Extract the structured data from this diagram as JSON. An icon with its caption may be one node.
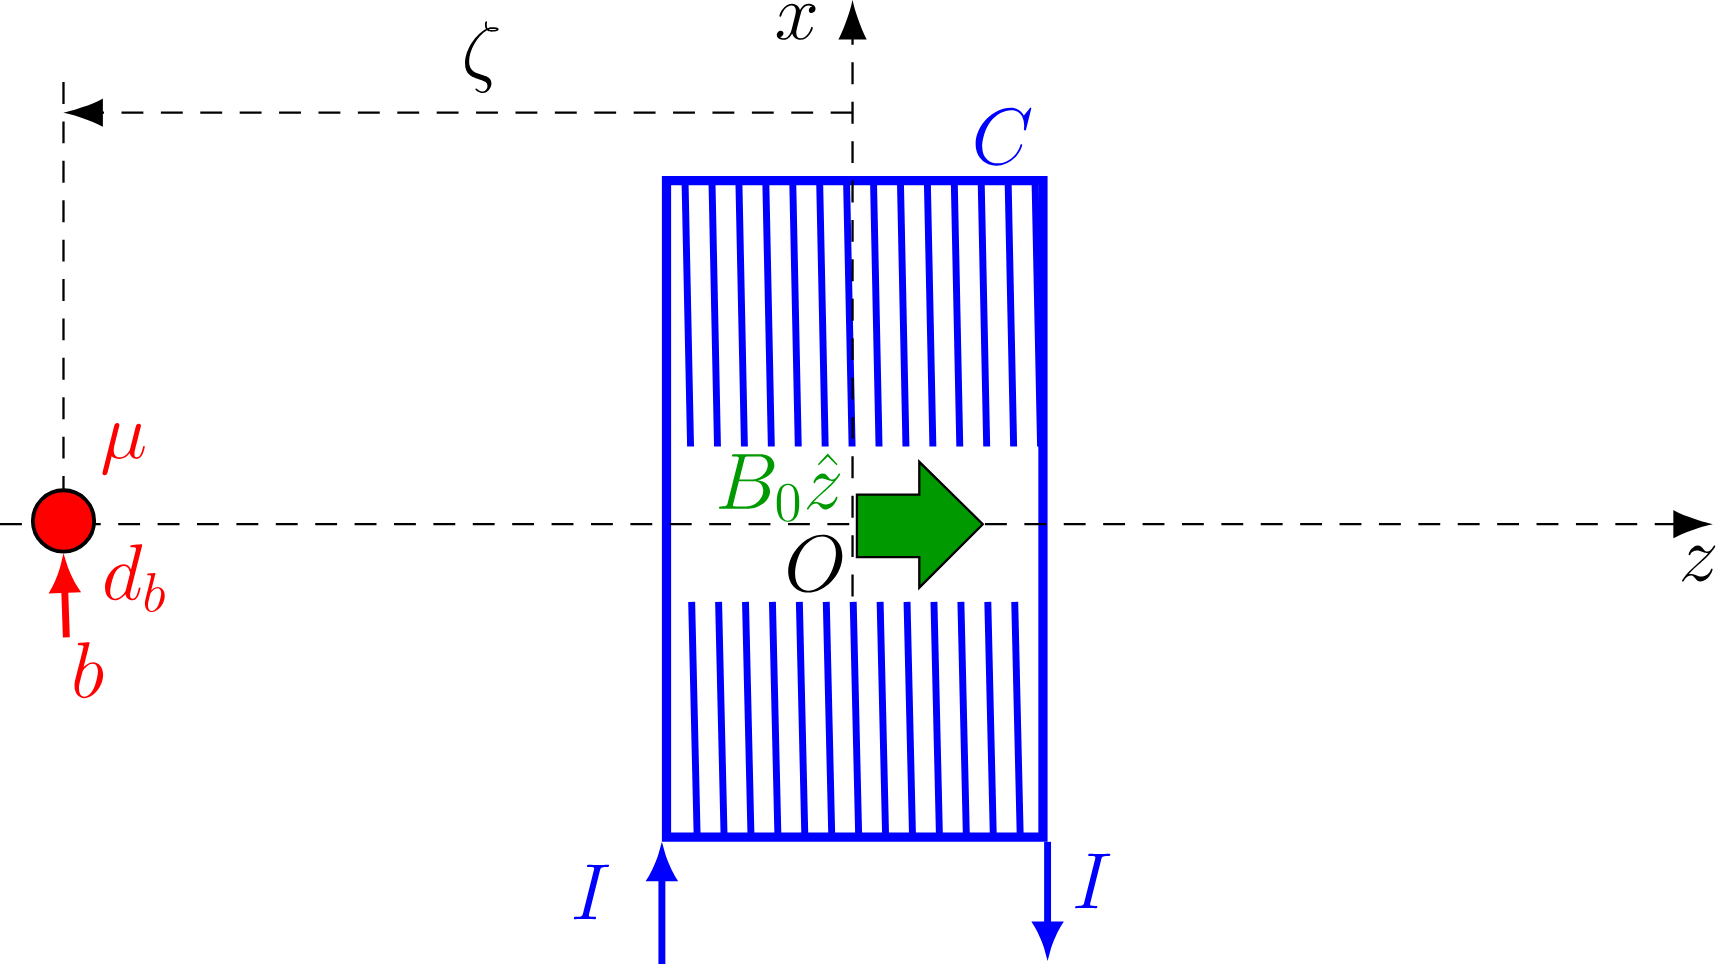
{
  "diagram": {
    "nodes": [
      {
        "text": [],
        "shape": "circle",
        "beside": [
          "\\mu",
          "d_b"
        ]
      },
      {
        "text": [
          "C"
        ]
      },
      {
        "text": [
          "b"
        ]
      }
    ],
    "edges": [
      {
        "from": 2,
        "to": 0,
        "arrow": "to",
        "color": "#ff0000"
      },
      {
        "from": null,
        "to": 1,
        "arrow": "to",
        "label": "I"
      },
      {
        "from": 1,
        "to": null,
        "arrow": "to",
        "label": "I"
      }
    ],
    "labels": [
      "x",
      "\\zeta",
      "B_0\\hat{z}",
      "O",
      "z"
    ]
  }
}
